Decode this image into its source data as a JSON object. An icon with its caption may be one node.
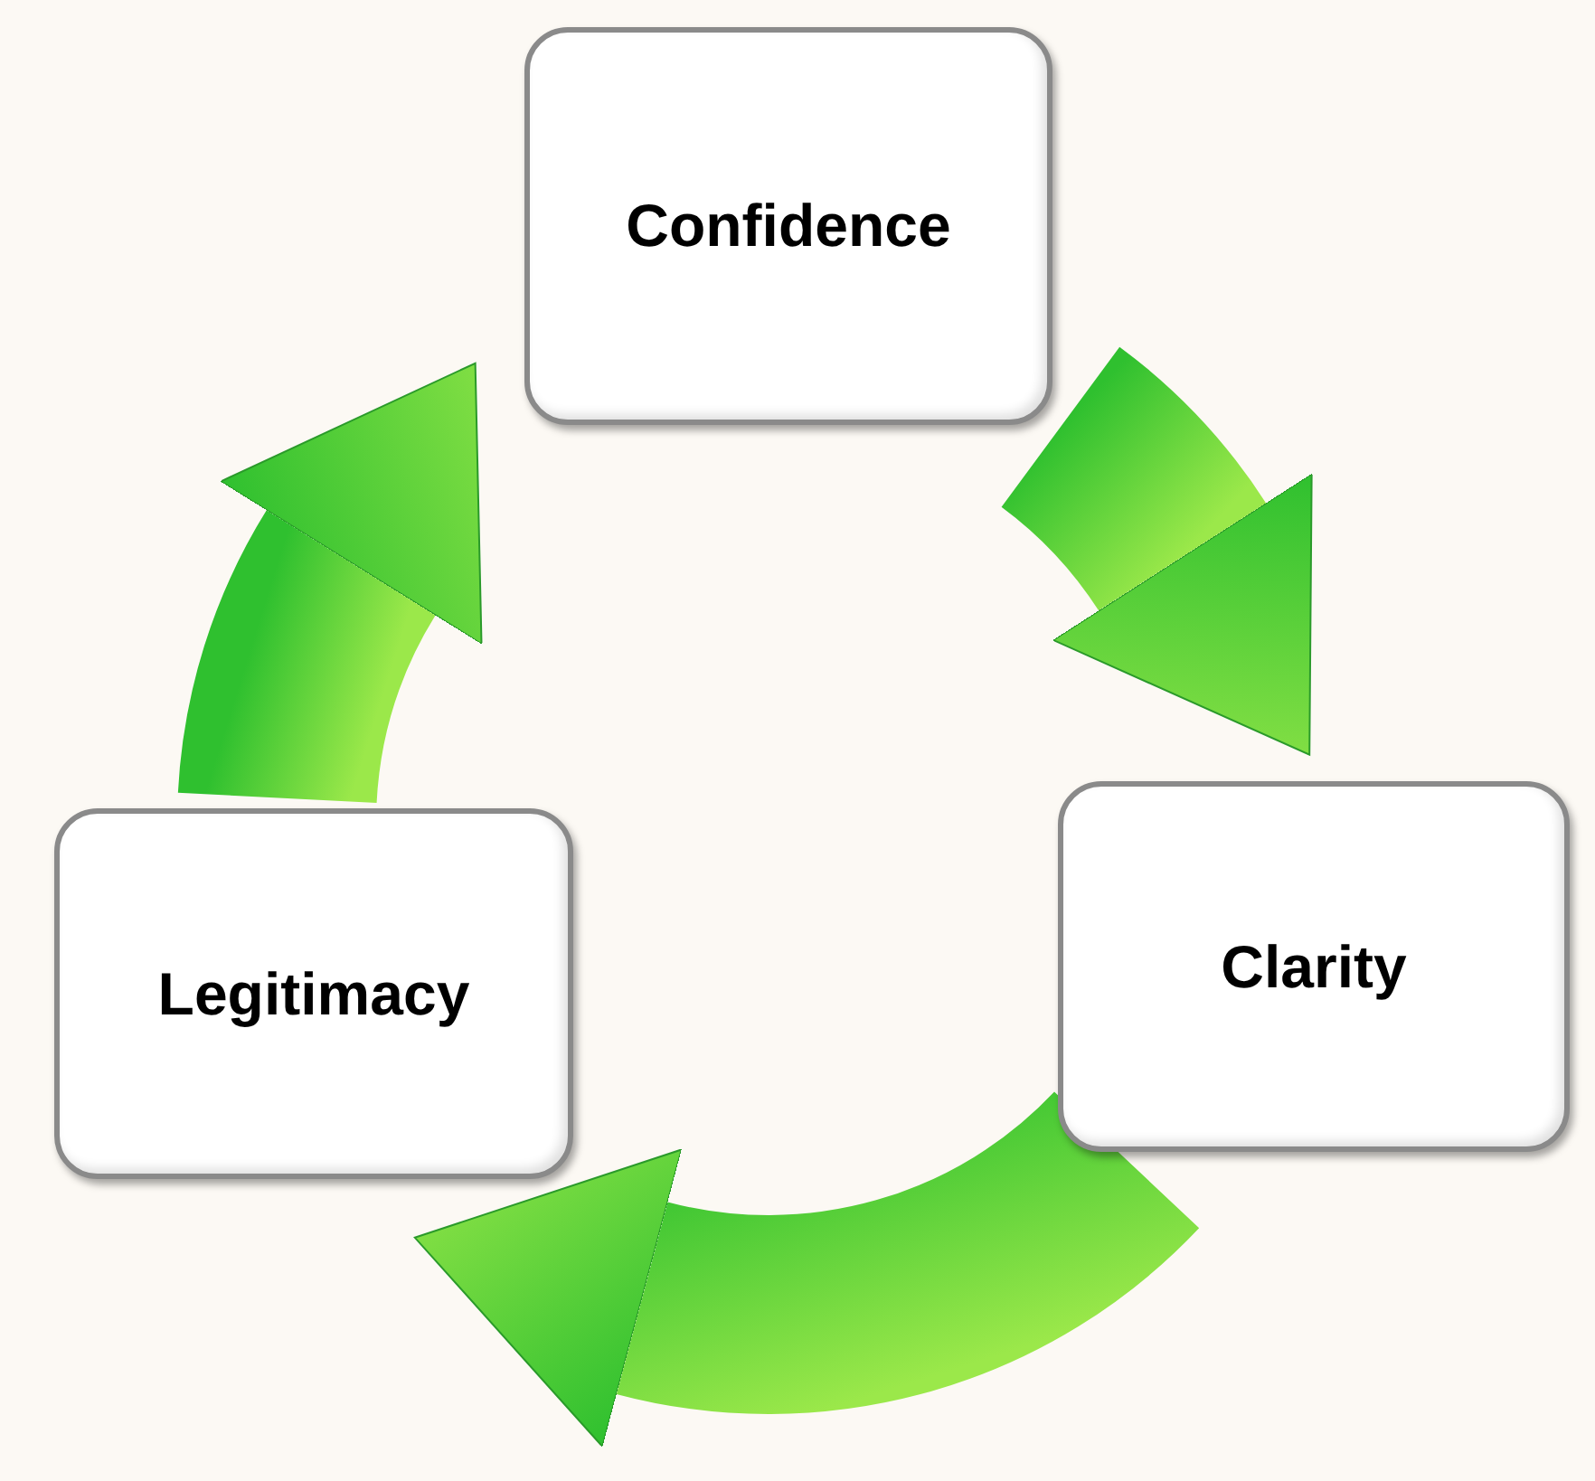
{
  "diagram": {
    "nodes": [
      {
        "text": [
          "Confidence"
        ]
      },
      {
        "text": [
          "Clarity"
        ]
      },
      {
        "text": [
          "Legitimacy"
        ]
      }
    ],
    "edges": [
      {
        "from": 0,
        "to": 1,
        "arrow": "to",
        "style": "thick"
      },
      {
        "from": 1,
        "to": 2,
        "arrow": "to",
        "style": "thick"
      },
      {
        "from": 2,
        "to": 0,
        "arrow": "to",
        "style": "thick"
      }
    ]
  }
}
